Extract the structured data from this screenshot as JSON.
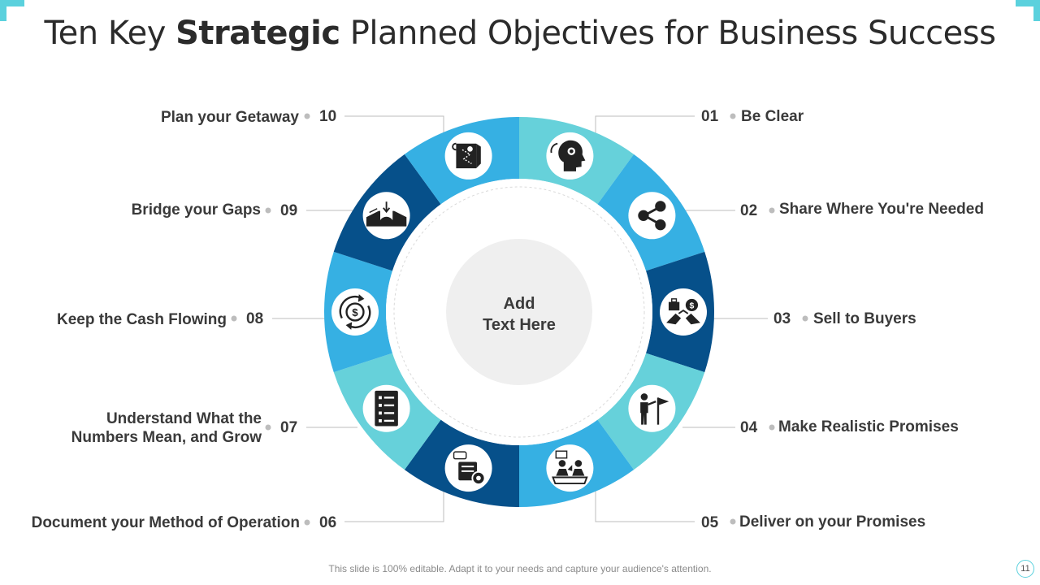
{
  "title": {
    "pre": "Ten Key ",
    "bold": "Strategic",
    "post": " Planned Objectives for Business Success"
  },
  "center": {
    "line1": "Add",
    "line2": "Text Here"
  },
  "items": [
    {
      "num": "01",
      "label": "Be Clear",
      "color": "#66d1da",
      "icon": "head-gear-icon"
    },
    {
      "num": "02",
      "label": "Share Where You're Needed",
      "color": "#36b0e3",
      "icon": "share-icon"
    },
    {
      "num": "03",
      "label": "Sell to Buyers",
      "color": "#06508a",
      "icon": "sell-exchange-icon"
    },
    {
      "num": "04",
      "label": "Make Realistic Promises",
      "color": "#66d1da",
      "icon": "person-flag-icon"
    },
    {
      "num": "05",
      "label": "Deliver on your Promises",
      "color": "#36b0e3",
      "icon": "meeting-icon"
    },
    {
      "num": "06",
      "label": "Document your Method of Operation",
      "color": "#06508a",
      "icon": "document-gear-icon"
    },
    {
      "num": "07",
      "label": "Understand What the Numbers Mean, and Grow",
      "color": "#66d1da",
      "icon": "checklist-icon"
    },
    {
      "num": "08",
      "label": "Keep the Cash Flowing",
      "color": "#36b0e3",
      "icon": "cash-flow-icon"
    },
    {
      "num": "09",
      "label": "Bridge your Gaps",
      "color": "#06508a",
      "icon": "bridge-icon"
    },
    {
      "num": "10",
      "label": "Plan your Getaway",
      "color": "#36b0e3",
      "icon": "map-plan-icon"
    }
  ],
  "accent": "#5bd1dd",
  "footer": "This slide is 100% editable. Adapt it to your needs and capture your audience's attention.",
  "page_number": "11"
}
